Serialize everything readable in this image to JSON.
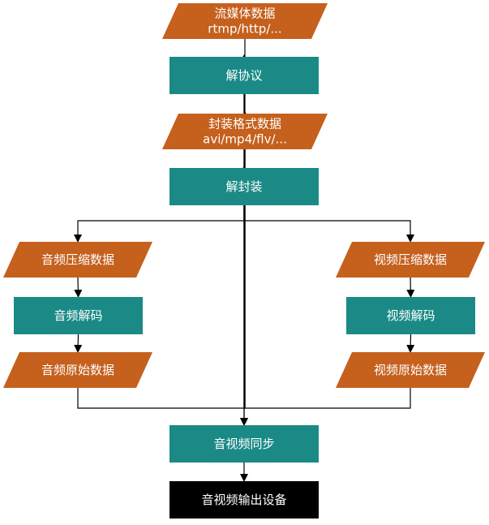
{
  "diagram": {
    "colors": {
      "data_node": "#C5601D",
      "process_node": "#1B8A86",
      "output_node": "#000000",
      "edge": "#000000",
      "text": "#FFFFFF"
    },
    "nodes": [
      {
        "id": "stream-data",
        "kind": "data",
        "lines": [
          "流媒体数据",
          "rtmp/http/..."
        ]
      },
      {
        "id": "deprotocol",
        "kind": "process",
        "lines": [
          "解协议"
        ]
      },
      {
        "id": "container-data",
        "kind": "data",
        "lines": [
          "封装格式数据",
          "avi/mp4/flv/..."
        ]
      },
      {
        "id": "demux",
        "kind": "process",
        "lines": [
          "解封装"
        ]
      },
      {
        "id": "audio-compressed",
        "kind": "data",
        "lines": [
          "音频压缩数据"
        ]
      },
      {
        "id": "audio-decode",
        "kind": "process",
        "lines": [
          "音频解码"
        ]
      },
      {
        "id": "audio-raw",
        "kind": "data",
        "lines": [
          "音频原始数据"
        ]
      },
      {
        "id": "video-compressed",
        "kind": "data",
        "lines": [
          "视频压缩数据"
        ]
      },
      {
        "id": "video-decode",
        "kind": "process",
        "lines": [
          "视频解码"
        ]
      },
      {
        "id": "video-raw",
        "kind": "data",
        "lines": [
          "视频原始数据"
        ]
      },
      {
        "id": "av-sync",
        "kind": "process",
        "lines": [
          "音视频同步"
        ]
      },
      {
        "id": "av-output",
        "kind": "output",
        "lines": [
          "音视频输出设备"
        ]
      }
    ],
    "edges": [
      {
        "from": "stream-data",
        "to": "deprotocol"
      },
      {
        "from": "deprotocol",
        "to": "container-data"
      },
      {
        "from": "container-data",
        "to": "demux"
      },
      {
        "from": "demux",
        "to": "audio-compressed"
      },
      {
        "from": "demux",
        "to": "video-compressed"
      },
      {
        "from": "audio-compressed",
        "to": "audio-decode"
      },
      {
        "from": "audio-decode",
        "to": "audio-raw"
      },
      {
        "from": "video-compressed",
        "to": "video-decode"
      },
      {
        "from": "video-decode",
        "to": "video-raw"
      },
      {
        "from": "audio-raw",
        "to": "av-sync"
      },
      {
        "from": "video-raw",
        "to": "av-sync"
      },
      {
        "from": "av-sync",
        "to": "av-output"
      }
    ]
  }
}
